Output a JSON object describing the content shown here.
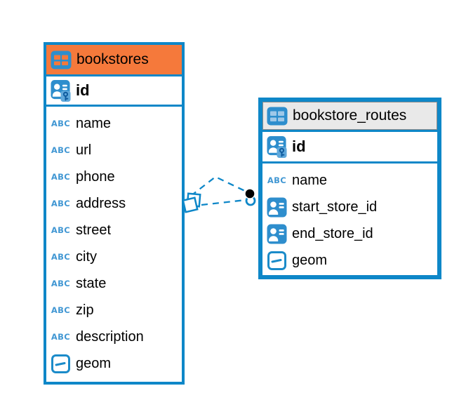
{
  "diagram": {
    "colors": {
      "accent_blue": "#0E87C8",
      "header_orange": "#F5793B",
      "header_gray": "#E9E9E9",
      "icon_blue": "#2E8ECD",
      "text_black": "#000000"
    },
    "icons": {
      "text_icon_glyph": "ABC"
    },
    "tables": [
      {
        "name": "bookstores",
        "header_style": "orange",
        "primary_key": {
          "name": "id",
          "icon": "primary-key-icon"
        },
        "fields": [
          {
            "name": "name",
            "icon": "text-icon"
          },
          {
            "name": "url",
            "icon": "text-icon"
          },
          {
            "name": "phone",
            "icon": "text-icon"
          },
          {
            "name": "address",
            "icon": "text-icon"
          },
          {
            "name": "street",
            "icon": "text-icon"
          },
          {
            "name": "city",
            "icon": "text-icon"
          },
          {
            "name": "state",
            "icon": "text-icon"
          },
          {
            "name": "zip",
            "icon": "text-icon"
          },
          {
            "name": "description",
            "icon": "text-icon"
          },
          {
            "name": "geom",
            "icon": "geometry-icon"
          }
        ]
      },
      {
        "name": "bookstore_routes",
        "header_style": "gray",
        "primary_key": {
          "name": "id",
          "icon": "primary-key-icon"
        },
        "fields": [
          {
            "name": "name",
            "icon": "text-icon"
          },
          {
            "name": "start_store_id",
            "icon": "foreign-key-icon"
          },
          {
            "name": "end_store_id",
            "icon": "foreign-key-icon"
          },
          {
            "name": "geom",
            "icon": "geometry-icon"
          }
        ]
      }
    ],
    "relationships": [
      {
        "from_table": "bookstores",
        "to_table": "bookstore_routes",
        "line_style": "dashed",
        "from_end_icon": "overlapping-squares-icon",
        "to_end_icon": "filled-circle-icon"
      },
      {
        "from_table": "bookstores",
        "to_table": "bookstore_routes",
        "line_style": "dashed",
        "from_end_icon": "overlapping-squares-icon",
        "to_end_icon": "filled-circle-icon"
      }
    ]
  }
}
